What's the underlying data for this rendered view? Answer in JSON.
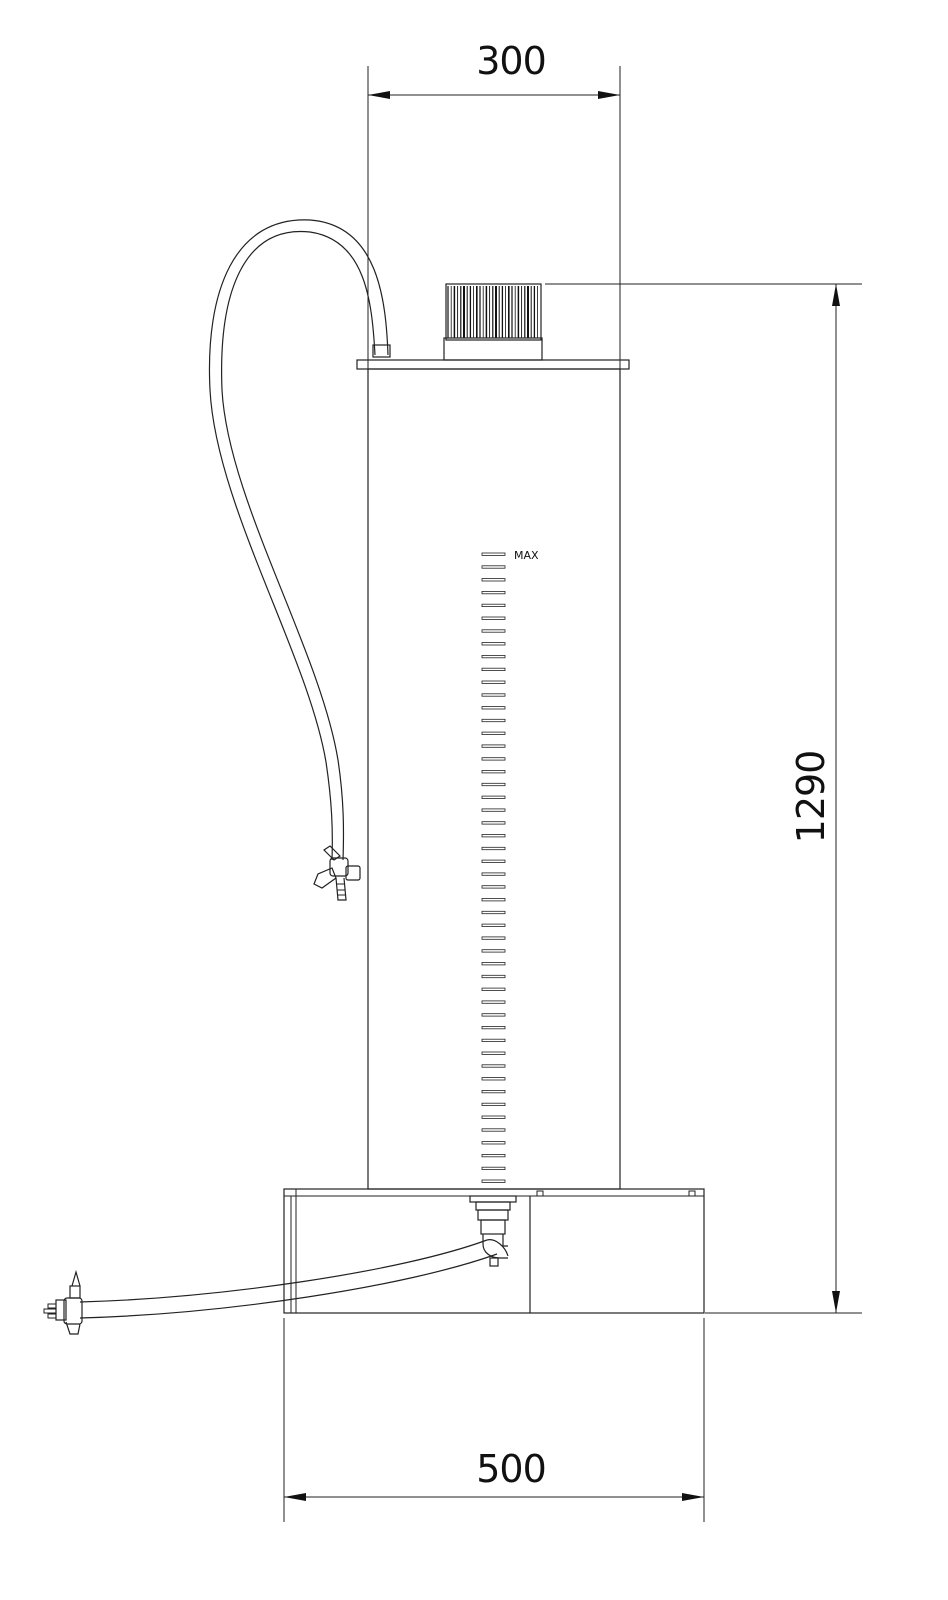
{
  "drawing": {
    "dimensions": {
      "tank_width": "300",
      "overall_height": "1290",
      "base_width": "500"
    },
    "scale_label": "MAX",
    "scale_tick_count": 50,
    "colors": {
      "line": "#222222",
      "background": "#ffffff"
    }
  }
}
